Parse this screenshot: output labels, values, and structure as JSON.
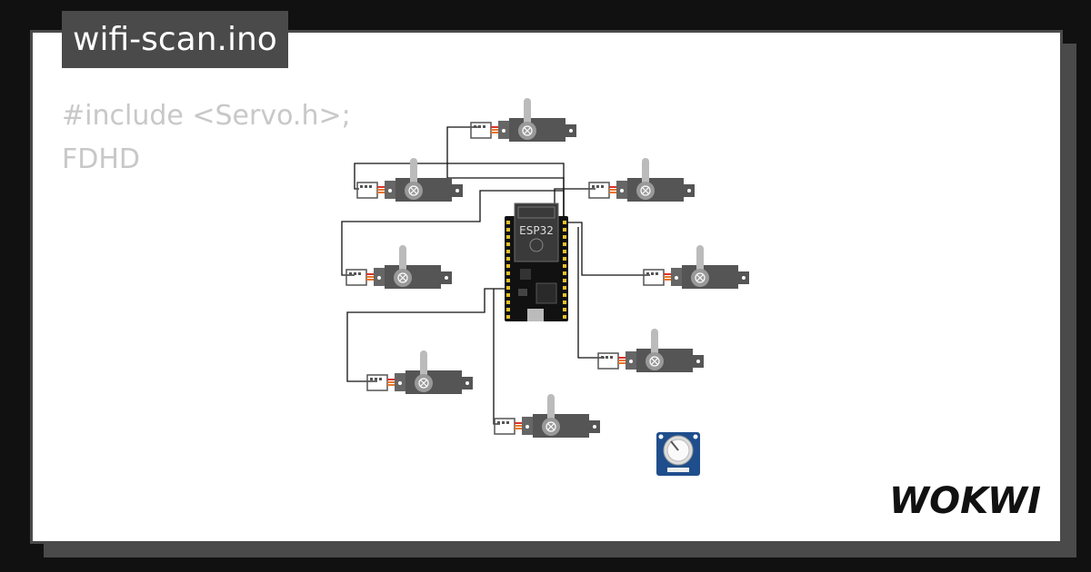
{
  "project": {
    "title": "wifi-scan.ino"
  },
  "code_preview": {
    "lines": [
      "#include <Servo.h>;",
      "FDHD"
    ]
  },
  "board": {
    "label": "ESP32"
  },
  "brand": {
    "name": "WOKWI"
  },
  "colors": {
    "frame": "#4a4a4a",
    "background": "#111111",
    "servo_body": "#555555",
    "servo_horn": "#bbbbbb",
    "wire_orange": "#e8752a",
    "wire_red": "#d9322a",
    "potentiometer": "#1f4e8c"
  },
  "components": {
    "servos": [
      "servo",
      "servo",
      "servo",
      "servo",
      "servo",
      "servo",
      "servo",
      "servo"
    ],
    "potentiometer": "potentiometer"
  }
}
